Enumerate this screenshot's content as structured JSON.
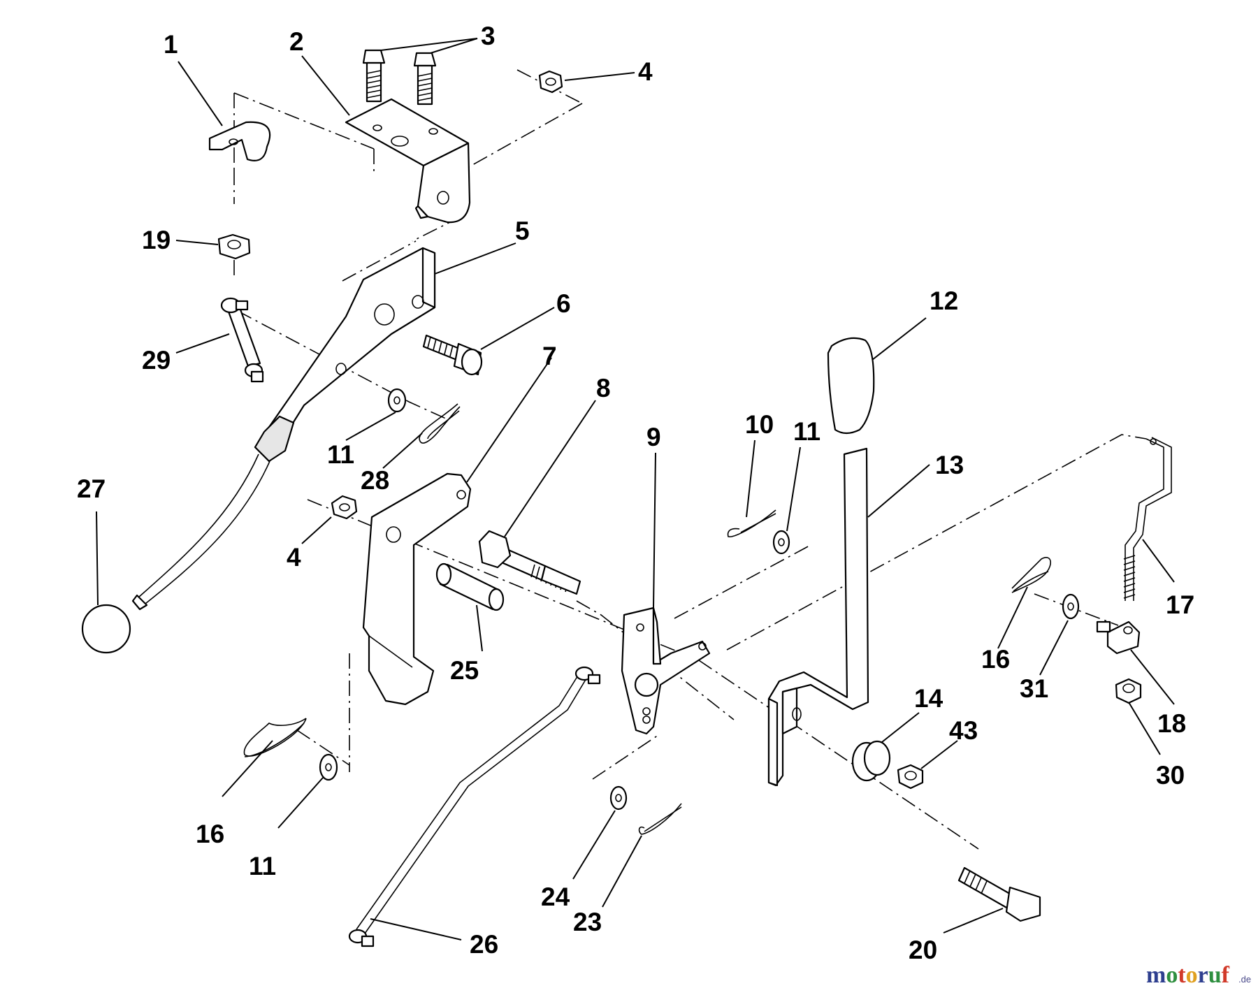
{
  "callouts": {
    "c1": "1",
    "c2": "2",
    "c3": "3",
    "c4a": "4",
    "c4b": "4",
    "c5": "5",
    "c6": "6",
    "c7": "7",
    "c8": "8",
    "c9": "9",
    "c10": "10",
    "c11a": "11",
    "c11b": "11",
    "c11c": "11",
    "c12": "12",
    "c13": "13",
    "c14": "14",
    "c16a": "16",
    "c16b": "16",
    "c17": "17",
    "c18": "18",
    "c19": "19",
    "c20": "20",
    "c23": "23",
    "c24": "24",
    "c25": "25",
    "c26": "26",
    "c27": "27",
    "c28": "28",
    "c29": "29",
    "c30": "30",
    "c31": "31",
    "c43": "43"
  },
  "watermark": {
    "letters": [
      "m",
      "o",
      "t",
      "o",
      "r",
      "u",
      "f"
    ],
    "colors": [
      "#2e3f8f",
      "#2e8f3f",
      "#d13a2a",
      "#e0a020",
      "#2e3f8f",
      "#2e8f3f",
      "#d13a2a"
    ],
    "suffix": ".de"
  }
}
